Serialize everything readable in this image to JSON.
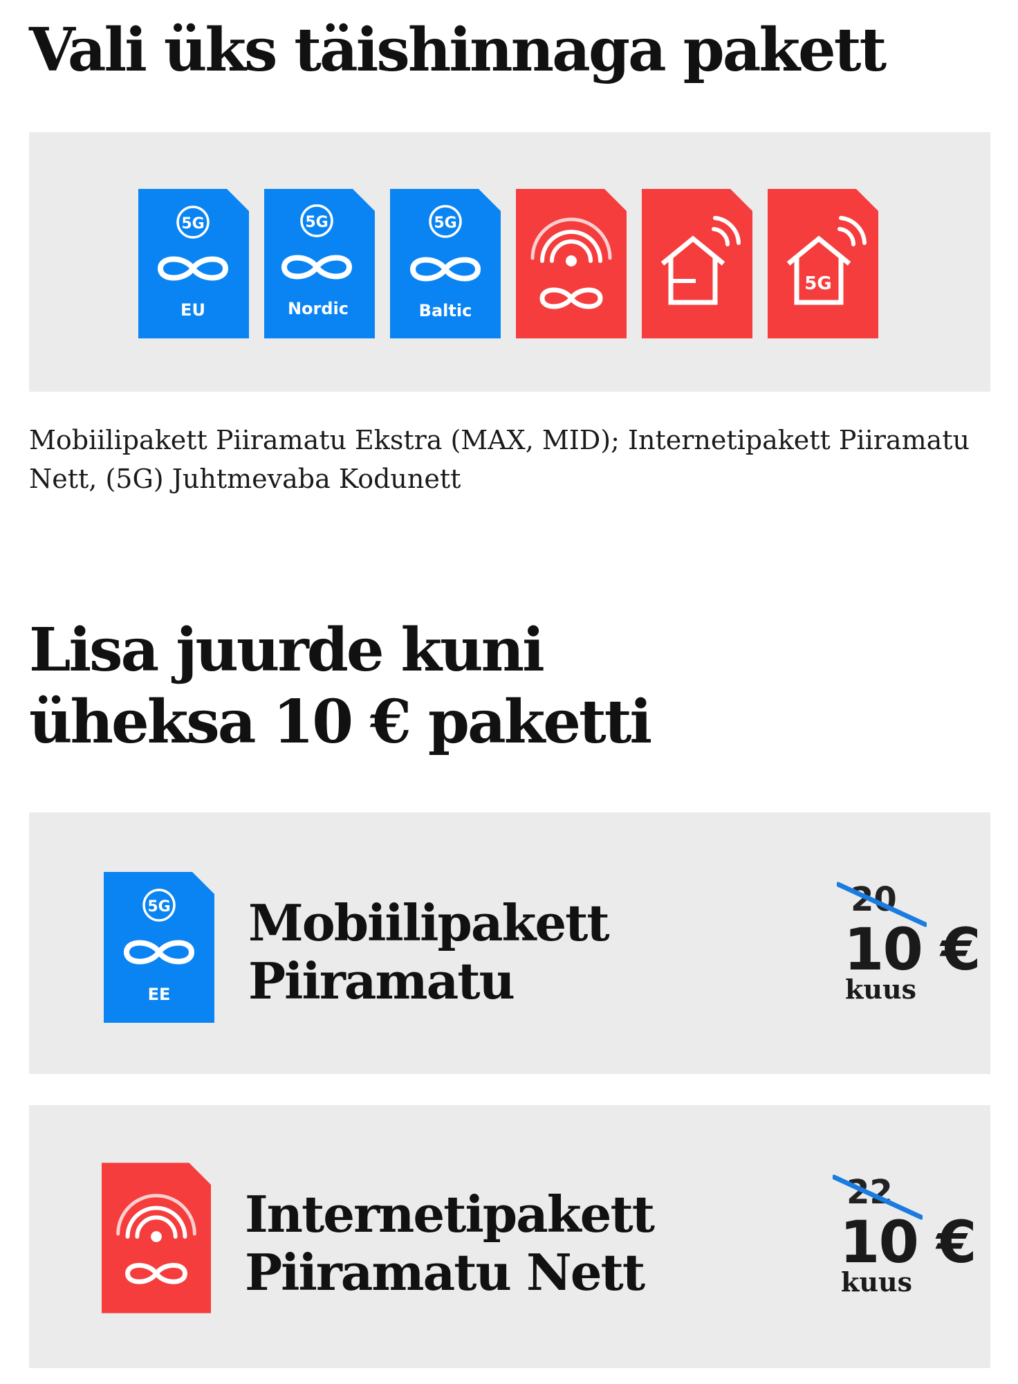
{
  "title": "Vali üks täishinnaga pakett",
  "packages": [
    {
      "icon": "sim-5g-infinity-icon",
      "badge": "5G",
      "label": "EU",
      "color": "#0a84f3"
    },
    {
      "icon": "sim-5g-infinity-icon",
      "badge": "5G",
      "label": "Nordic",
      "color": "#0a84f3"
    },
    {
      "icon": "sim-5g-infinity-icon",
      "badge": "5G",
      "label": "Baltic",
      "color": "#0a84f3"
    },
    {
      "icon": "sim-wifi-infinity-icon",
      "color": "#f53d3d"
    },
    {
      "icon": "sim-home-wifi-icon",
      "color": "#f53d3d"
    },
    {
      "icon": "sim-home-5g-icon",
      "badge": "5G",
      "color": "#f53d3d"
    }
  ],
  "description": "Mobiilipakett Piiramatu Ekstra (MAX, MID); Internetipakett Piiramatu Nett, (5G) Juhtmevaba Kodunett",
  "section2": {
    "title_line1": "Lisa juurde kuni",
    "title_line2": "üheksa 10 € paketti"
  },
  "offers": [
    {
      "icon": "sim-5g-infinity-icon",
      "badge": "5G",
      "label": "EE",
      "name_line1": "Mobiilipakett",
      "name_line2": "Piiramatu",
      "old_price": "20",
      "new_price": "10 €",
      "period": "kuus"
    },
    {
      "icon": "sim-wifi-infinity-icon",
      "name_line1": "Internetipakett",
      "name_line2": "Piiramatu Nett",
      "old_price": "22",
      "new_price": "10 €",
      "period": "kuus"
    }
  ],
  "colors": {
    "blue": "#0a84f3",
    "red": "#f53d3d",
    "strike": "#1a7be0",
    "panel": "#ebebeb"
  }
}
